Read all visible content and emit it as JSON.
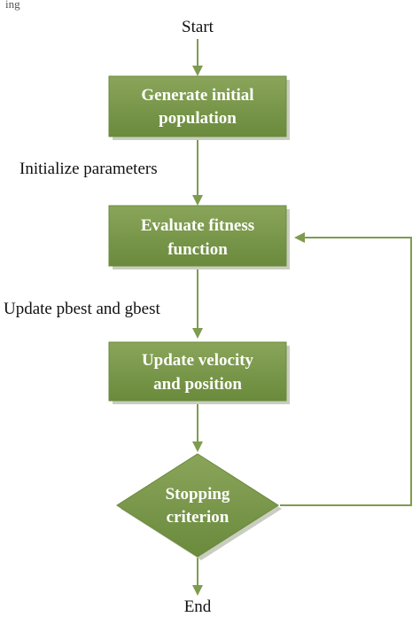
{
  "colors": {
    "box_fill_top": "#8aa55a",
    "box_fill_bottom": "#6a8a3c",
    "box_shadow": "#c9cdbf",
    "connector": "#7f9b4f"
  },
  "top_fragment": "ing",
  "terminals": {
    "start": "Start",
    "end": "End"
  },
  "steps": {
    "generate": {
      "line1": "Generate initial",
      "line2": "population"
    },
    "evaluate": {
      "line1": "Evaluate fitness",
      "line2": "function"
    },
    "update_velocity": {
      "line1": "Update velocity",
      "line2": "and position"
    }
  },
  "decision": {
    "line1": "Stopping",
    "line2": "criterion"
  },
  "edge_labels": {
    "init_params": "Initialize parameters",
    "update_best": "Update pbest and gbest"
  }
}
